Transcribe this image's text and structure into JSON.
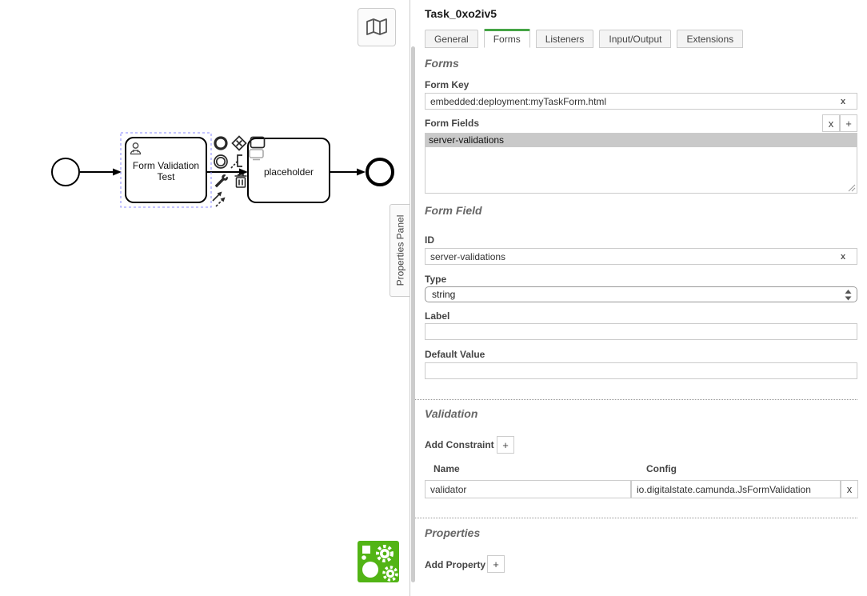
{
  "colors": {
    "tab_accent_green": "#46a546",
    "logo_green": "#52b415",
    "selection_outline": "#8888ff",
    "selected_item_bg": "#c9c9c9"
  },
  "icons": {
    "minimap": "map-icon",
    "context_pad": [
      "append-end-event-icon",
      "append-gateway-icon",
      "append-task-icon",
      "append-intermediate-event-icon",
      "append-text-annotation-icon",
      "template-icon",
      "wrench-icon",
      "trash-icon",
      "connect-icon"
    ]
  },
  "diagram": {
    "task1": {
      "label_lines": [
        "Form Validation",
        "Test"
      ]
    },
    "task2": {
      "label": "placeholder"
    },
    "properties_panel_tab": "Properties Panel"
  },
  "panel": {
    "title": "Task_0xo2iv5",
    "active_tab": "Forms",
    "tabs": [
      {
        "label": "General"
      },
      {
        "label": "Forms"
      },
      {
        "label": "Listeners"
      },
      {
        "label": "Input/Output"
      },
      {
        "label": "Extensions"
      }
    ],
    "forms": {
      "heading": "Forms",
      "form_key_label": "Form Key",
      "form_key_value": "embedded:deployment:myTaskForm.html",
      "form_key_clear": "x",
      "form_fields_label": "Form Fields",
      "form_fields_remove": "x",
      "form_fields_add": "+",
      "form_fields_items": [
        "server-validations"
      ]
    },
    "form_field": {
      "heading": "Form Field",
      "id_label": "ID",
      "id_value": "server-validations",
      "id_clear": "x",
      "type_label": "Type",
      "type_value": "string",
      "label_label": "Label",
      "label_value": "",
      "default_label": "Default Value",
      "default_value": ""
    },
    "validation": {
      "heading": "Validation",
      "add_constraint_label": "Add Constraint",
      "add_button": "+",
      "columns": [
        "Name",
        "Config"
      ],
      "rows": [
        {
          "name": "validator",
          "config": "io.digitalstate.camunda.JsFormValidation",
          "remove": "x"
        }
      ]
    },
    "properties": {
      "heading": "Properties",
      "add_property_label": "Add Property",
      "add_button": "+"
    }
  }
}
